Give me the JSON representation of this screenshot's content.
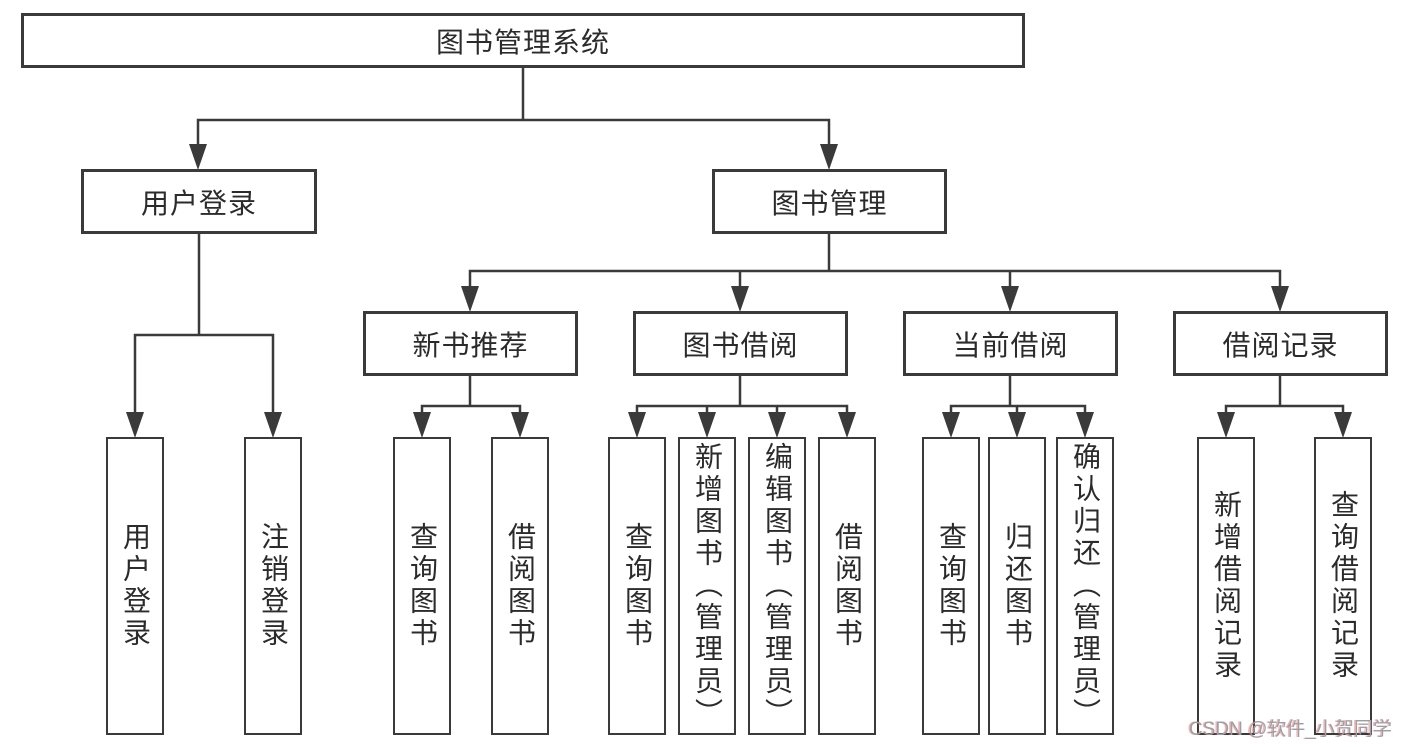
{
  "diagram": {
    "type": "hierarchy-tree",
    "root": {
      "label": "图书管理系统"
    },
    "branches": [
      {
        "label": "用户登录"
      },
      {
        "label": "图书管理"
      }
    ],
    "modules": [
      {
        "label": "新书推荐"
      },
      {
        "label": "图书借阅"
      },
      {
        "label": "当前借阅"
      },
      {
        "label": "借阅记录"
      }
    ],
    "leaves": [
      {
        "label": "用户登录",
        "parent": "用户登录"
      },
      {
        "label": "注销登录",
        "parent": "用户登录"
      },
      {
        "label": "查询图书",
        "parent": "新书推荐"
      },
      {
        "label": "借阅图书",
        "parent": "新书推荐"
      },
      {
        "label": "查询图书",
        "parent": "图书借阅"
      },
      {
        "label": "新增图书（管理员）",
        "parent": "图书借阅"
      },
      {
        "label": "编辑图书（管理员）",
        "parent": "图书借阅"
      },
      {
        "label": "借阅图书",
        "parent": "图书借阅"
      },
      {
        "label": "查询图书",
        "parent": "当前借阅"
      },
      {
        "label": "归还图书",
        "parent": "当前借阅"
      },
      {
        "label": "确认归还（管理员）",
        "parent": "当前借阅"
      },
      {
        "label": "新增借阅记录",
        "parent": "借阅记录"
      },
      {
        "label": "查询借阅记录",
        "parent": "借阅记录"
      }
    ]
  },
  "watermark": "CSDN @软件_小贺同学",
  "colors": {
    "line": "#3a3a3a",
    "box_border": "#3a3a3a",
    "text": "#2b2b2b",
    "watermark_text": "#9ca0a6",
    "background": "#ffffff"
  }
}
